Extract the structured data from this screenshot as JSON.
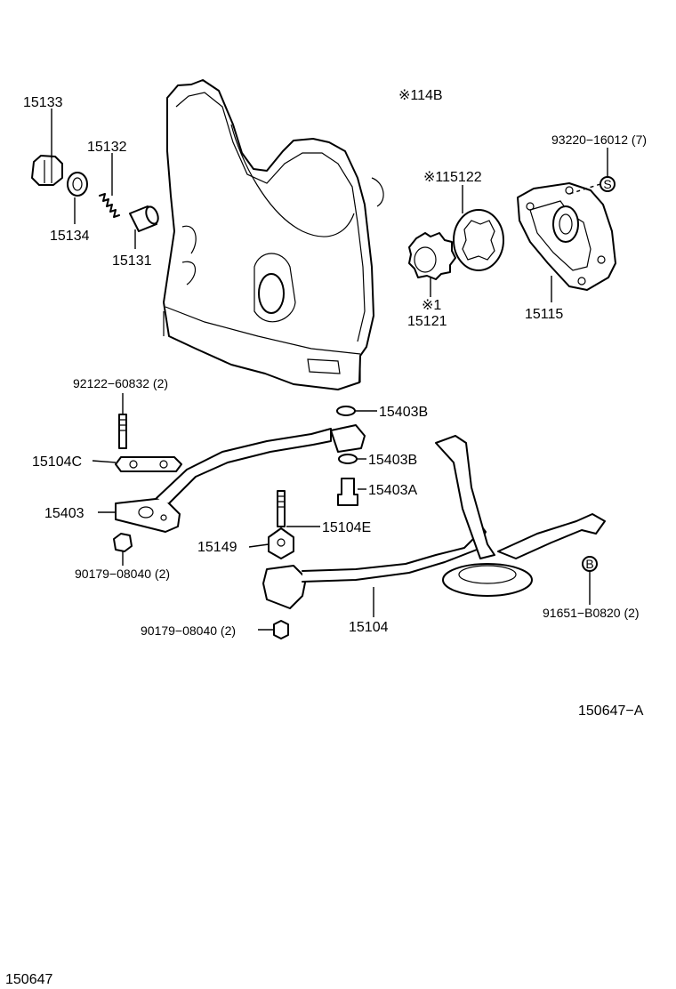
{
  "labels": {
    "p15133": "15133",
    "p15132": "15132",
    "p15134": "15134",
    "p15131": "15131",
    "p114b": "※114B",
    "p93220": "93220−16012 (7)",
    "p115122": "※115122",
    "pstar1": "※1",
    "p15121": "15121",
    "p15115": "15115",
    "p92122": "92122−60832 (2)",
    "p15403b_top": "15403B",
    "p15104c": "15104C",
    "p15403b_mid": "15403B",
    "p15403a": "15403A",
    "p15403": "15403",
    "p15104e": "15104E",
    "p15149": "15149",
    "p90179_a": "90179−08040 (2)",
    "p91651": "91651−B0820 (2)",
    "p90179_b": "90179−08040 (2)",
    "p15104": "15104",
    "fig_a": "150647−A",
    "fig": "150647",
    "marker_s": "S",
    "marker_b": "B"
  }
}
